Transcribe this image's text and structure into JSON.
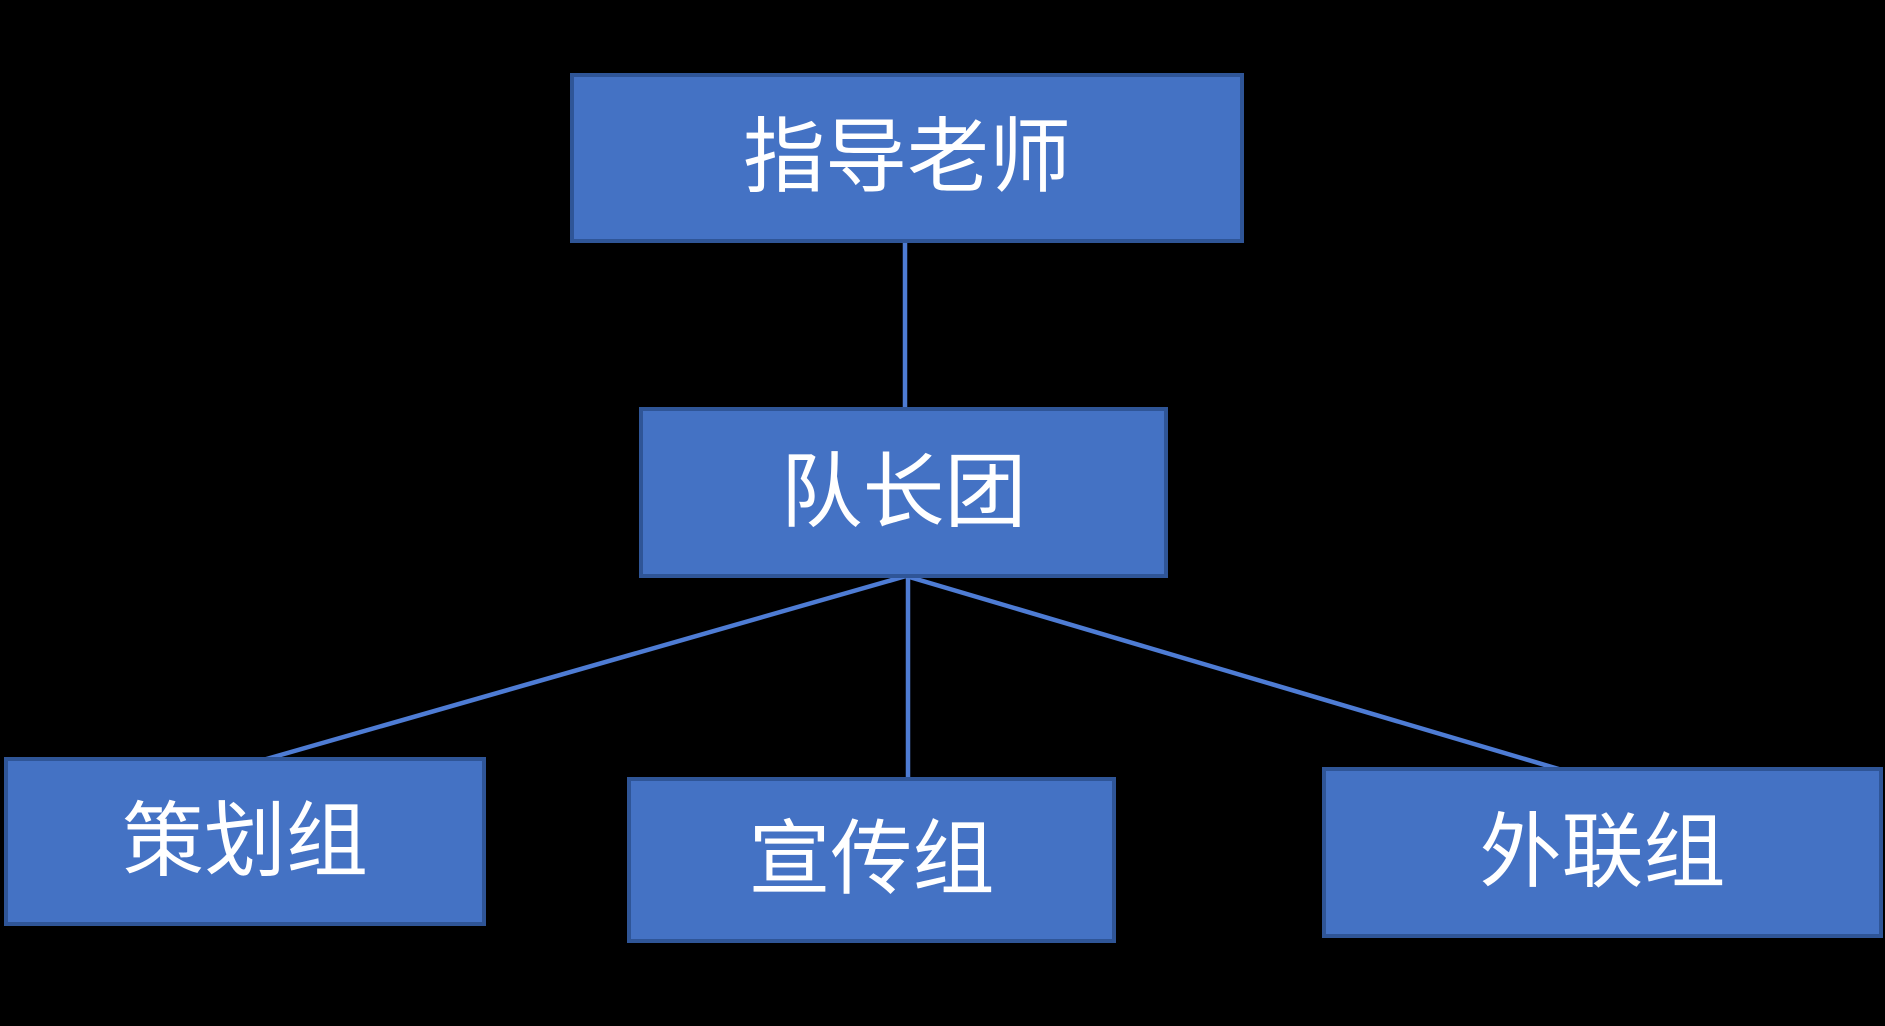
{
  "diagram": {
    "type": "org-chart",
    "background_color": "#000000",
    "box_fill_color": "#4472C4",
    "box_border_color": "#2F5597",
    "connector_color": "#4E7CD4",
    "text_color": "#FFFFFF",
    "nodes": [
      {
        "id": "advisor",
        "label": "指导老师",
        "level": 1
      },
      {
        "id": "captains",
        "label": "队长团",
        "level": 2
      },
      {
        "id": "planning",
        "label": "策划组",
        "level": 3
      },
      {
        "id": "publicity",
        "label": "宣传组",
        "level": 3
      },
      {
        "id": "external",
        "label": "外联组",
        "level": 3
      }
    ],
    "edges": [
      {
        "from": "advisor",
        "to": "captains"
      },
      {
        "from": "captains",
        "to": "planning"
      },
      {
        "from": "captains",
        "to": "publicity"
      },
      {
        "from": "captains",
        "to": "external"
      }
    ]
  }
}
